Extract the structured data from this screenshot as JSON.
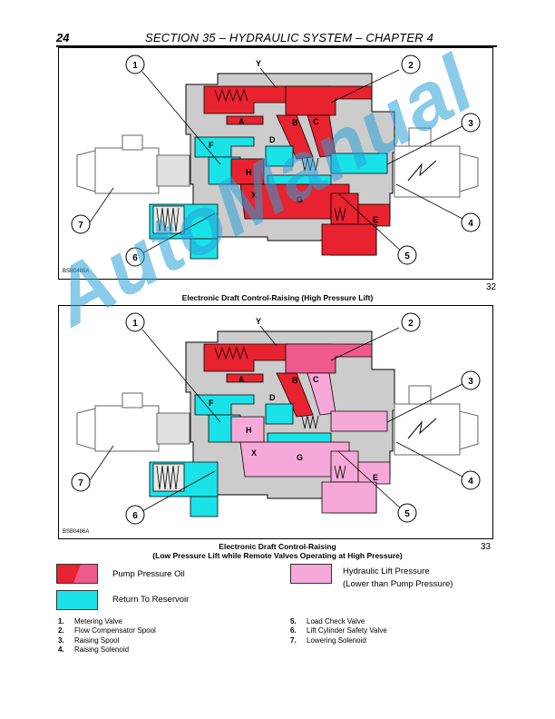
{
  "header": {
    "page_number": "24",
    "title": "SECTION 35 – HYDRAULIC SYSTEM – CHAPTER 4"
  },
  "figure_top": {
    "code": "BSB0485A",
    "number": "32",
    "caption": "Electronic Draft Control-Raising (High Pressure Lift)",
    "callouts": [
      "1",
      "2",
      "3",
      "4",
      "5",
      "6",
      "7"
    ],
    "letters": [
      "Y",
      "A",
      "B",
      "C",
      "D",
      "F",
      "H",
      "X",
      "G",
      "E"
    ]
  },
  "figure_bottom": {
    "code": "BSB0486A",
    "number": "33",
    "caption_line1": "Electronic Draft Control-Raising",
    "caption_line2": "(Low Pressure Lift while Remote Valves Operating at High Pressure)",
    "callouts": [
      "1",
      "2",
      "3",
      "4",
      "5",
      "6",
      "7"
    ],
    "letters": [
      "Y",
      "A",
      "B",
      "C",
      "D",
      "F",
      "H",
      "X",
      "G",
      "E"
    ]
  },
  "legend": {
    "pump": "Pump Pressure Oil",
    "return": "Return To Reservoir",
    "lift_line1": "Hydraulic Lift Pressure",
    "lift_line2": "(Lower than Pump Pressure)"
  },
  "parts": [
    {
      "num": "1.",
      "name": "Metering Valve"
    },
    {
      "num": "2.",
      "name": "Flow Compensator Spool"
    },
    {
      "num": "3.",
      "name": "Raising Spool"
    },
    {
      "num": "4.",
      "name": "Raising Solenoid"
    },
    {
      "num": "5.",
      "name": "Load Check Valve"
    },
    {
      "num": "6.",
      "name": "Lift Cylinder Safety Valve"
    },
    {
      "num": "7.",
      "name": "Lowering Solenoid"
    }
  ],
  "watermark": "AutoManual",
  "colors": {
    "pump": "#e8222e",
    "pump_light": "#ef5a8c",
    "return": "#19e3e8",
    "lift": "#f6a8d8",
    "body": "#cccccc",
    "body_dark": "#9a9a9a"
  }
}
